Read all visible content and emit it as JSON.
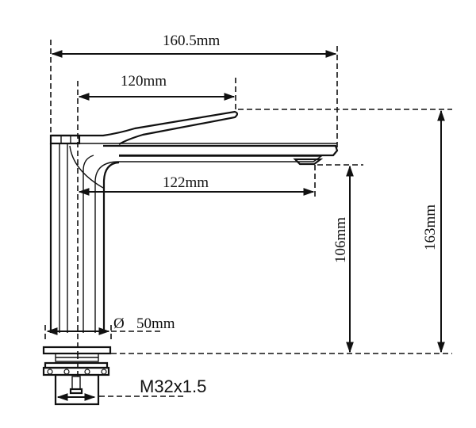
{
  "drawing": {
    "subject": "Basin faucet dimension drawing",
    "colors": {
      "ink": "#111111",
      "background": "#ffffff"
    },
    "dimensions": {
      "overall_length": "160.5mm",
      "handle_length": "120mm",
      "spout_reach": "122mm",
      "spout_height": "106mm",
      "overall_height": "163mm",
      "base_diameter_symbol": "Ø",
      "base_diameter": "50mm",
      "thread": "M32x1.5"
    }
  }
}
